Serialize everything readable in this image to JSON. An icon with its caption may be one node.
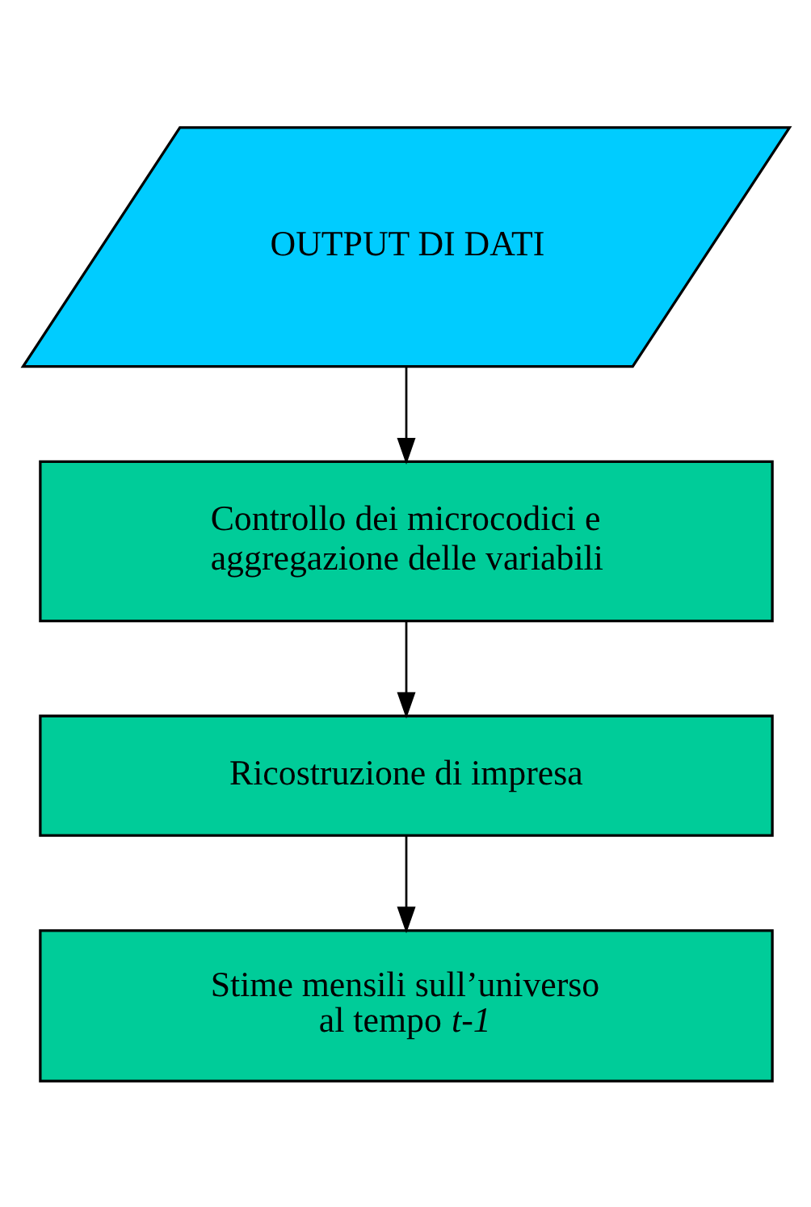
{
  "diagram": {
    "nodes": [
      {
        "text": [
          "OUTPUT DI DATI"
        ]
      },
      {
        "text": [
          "Controllo dei microcodici e aggregazione delle variabili"
        ]
      },
      {
        "text": [
          "Ricostruzione di impresa"
        ]
      },
      {
        "text": [
          "Stime mensili sull’universo al tempo *t-1*"
        ]
      }
    ],
    "edges": [
      {
        "from": 0,
        "to": 1,
        "arrow": "to"
      },
      {
        "from": 1,
        "to": 2,
        "arrow": "to"
      },
      {
        "from": 2,
        "to": 3,
        "arrow": "to"
      }
    ]
  }
}
